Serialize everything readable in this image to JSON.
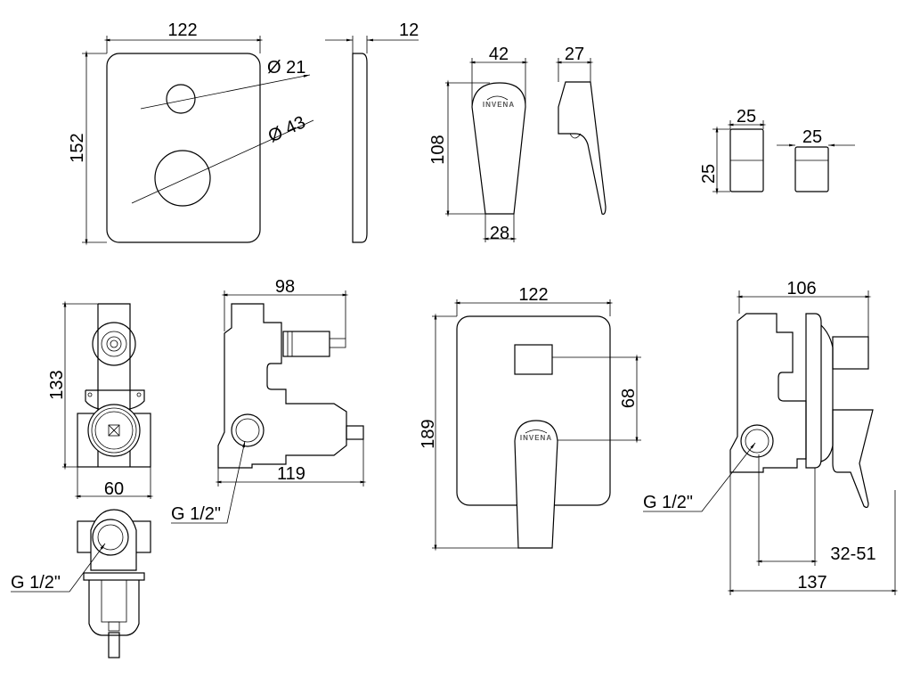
{
  "brand_logo": "INVENA",
  "cover_plate": {
    "width": "122",
    "height": "152",
    "small_hole": "Ø 21",
    "large_hole": "Ø 43",
    "thickness": "12"
  },
  "lever": {
    "width_top": "42",
    "depth": "27",
    "height": "108",
    "width_bottom": "28"
  },
  "knob": {
    "width": "25",
    "height": "25",
    "depth": "25"
  },
  "valve_body": {
    "height": "133",
    "width": "60",
    "depth_to_stem": "98",
    "overall_depth": "119",
    "thread_side": "G 1/2\"",
    "thread_bottom": "G 1/2\""
  },
  "assembled_front": {
    "width": "122",
    "height": "189",
    "spacing": "68"
  },
  "assembled_side": {
    "depth": "106",
    "overall": "137",
    "wall_range": "32-51",
    "thread": "G 1/2\""
  }
}
